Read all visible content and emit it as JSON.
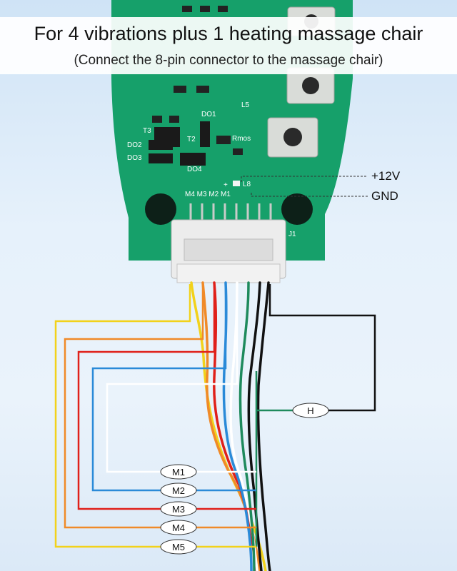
{
  "header": {
    "title": "For 4 vibrations plus 1 heating massage chair",
    "subtitle": "(Connect the 8-pin connector to the massage chair)"
  },
  "power": {
    "v12": "+12V",
    "gnd": "GND"
  },
  "board": {
    "silkscreen": {
      "do2": "DO2",
      "do3": "DO3",
      "t3": "T3",
      "do1": "DO1",
      "t2": "T2",
      "rmos": "Rmos",
      "l5": "L5",
      "l8": "L8",
      "do4": "DO4",
      "j1": "J1",
      "pins": "M4 M3 M2 M1",
      "plus": "+"
    }
  },
  "labels": {
    "heater": "H",
    "motors": [
      "M1",
      "M2",
      "M3",
      "M4",
      "M5"
    ]
  },
  "colors": {
    "board": "#16a06a",
    "wire_yellow": "#f2d21b",
    "wire_orange": "#f08a28",
    "wire_red": "#e0201a",
    "wire_blue": "#2a8ad8",
    "wire_white": "#ffffff",
    "wire_green": "#1e8a5c",
    "wire_black": "#111111"
  }
}
